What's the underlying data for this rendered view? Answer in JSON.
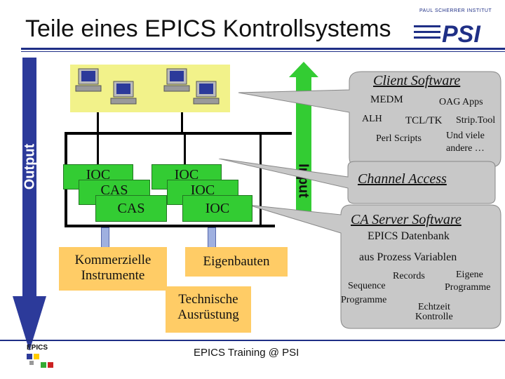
{
  "title": "Teile eines EPICS Kontrollsystems",
  "logo": {
    "institute": "PAUL SCHERRER INSTITUT",
    "mark": "PSI"
  },
  "arrows": {
    "output": "Output",
    "input": "Input"
  },
  "client": {
    "heading": "Client Software",
    "items": [
      "MEDM",
      "OAG Apps",
      "ALH",
      "TCL/TK",
      "Strip.Tool",
      "Perl Scripts",
      "Und viele",
      "andere …"
    ]
  },
  "ioc_stack": [
    "IOC",
    "IOC",
    "IOC"
  ],
  "cas_stack": [
    "IOC",
    "CAS",
    "CAS"
  ],
  "channel_access": "Channel Access",
  "server": {
    "heading": "CA Server Software",
    "items": [
      "EPICS Datenbank",
      "aus Prozess Variablen",
      "Records",
      "Eigene",
      "Programme",
      "Sequence",
      "Programme",
      "Echtzeit",
      "Kontrolle"
    ]
  },
  "boxes": {
    "commercial_line1": "Kommerzielle",
    "commercial_line2": "Instrumente",
    "custom": "Eigenbauten",
    "technical_line1": "Technische",
    "technical_line2": "Ausrüstung"
  },
  "footer": {
    "epics_logo": "EPICS",
    "training": "EPICS Training @ PSI"
  },
  "colors": {
    "green": "#33cc33",
    "orange": "#ffcc66",
    "grey": "#c8c8c8",
    "blue": "#2c3a9a",
    "network": "#000000"
  }
}
